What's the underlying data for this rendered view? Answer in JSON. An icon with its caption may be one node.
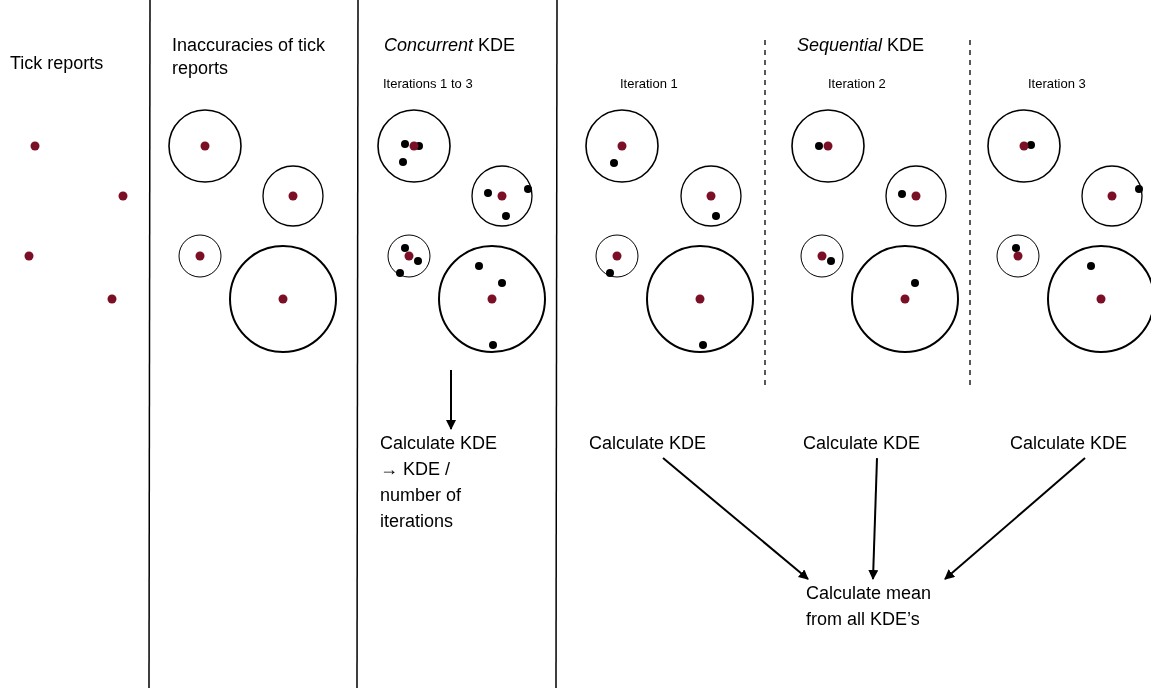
{
  "diagram": {
    "nodes": [
      {
        "text": [
          "Calculate KDE → KDE / number of iterations"
        ]
      },
      {
        "text": [
          "Calculate KDE"
        ]
      },
      {
        "text": [
          "Calculate KDE"
        ]
      },
      {
        "text": [
          "Calculate KDE"
        ]
      },
      {
        "text": [
          "Calculate mean from all KDE’s"
        ]
      }
    ],
    "edges": [
      {
        "from": null,
        "to": 0,
        "arrow": "to"
      },
      {
        "from": 1,
        "to": 4,
        "arrow": "to"
      },
      {
        "from": 2,
        "to": 4,
        "arrow": "to"
      },
      {
        "from": 3,
        "to": 4,
        "arrow": "to"
      }
    ],
    "labels": [
      "Tick reports",
      "Inaccuracies of tick reports",
      "*Concurrent* KDE",
      "Iterations 1 to 3",
      "*Sequential* KDE",
      "Iteration 1",
      "Iteration 2",
      "Iteration 3"
    ]
  }
}
